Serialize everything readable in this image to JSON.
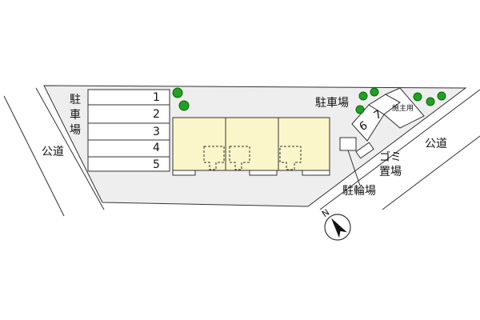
{
  "labels": {
    "parking_left": [
      "駐",
      "車",
      "場"
    ],
    "parking_right": "駐車場",
    "public_road_left": "公道",
    "public_road_right": "公道",
    "garbage": [
      "ゴミ",
      "置場"
    ],
    "bicycle_parking": "駐輪場",
    "owner_use": "施主用",
    "north": "N"
  },
  "parking_left_slots": [
    "1",
    "2",
    "3",
    "4",
    "5"
  ],
  "parking_right_slots": [
    "6",
    "7"
  ],
  "colors": {
    "site": "#eeeeee",
    "building": "#fbf6c9",
    "tree": "#22a022",
    "line": "#333333"
  }
}
